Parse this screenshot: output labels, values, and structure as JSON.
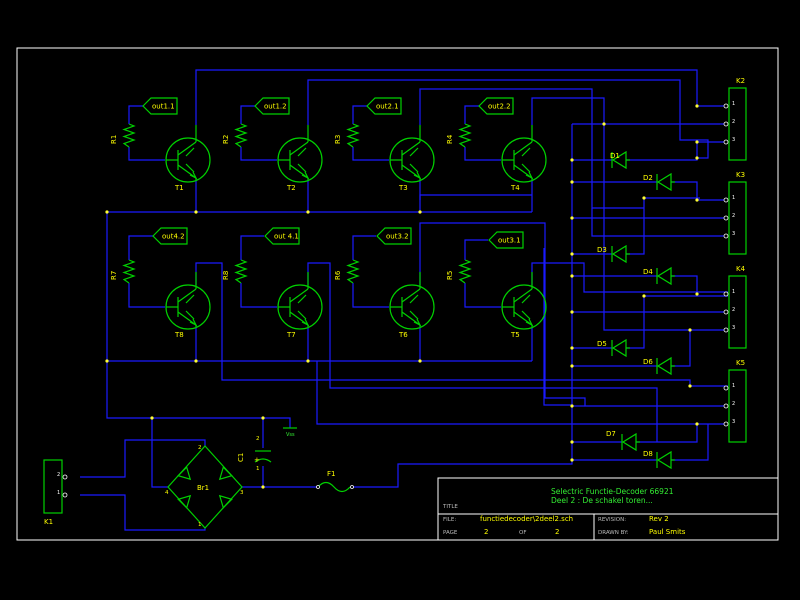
{
  "transistors": [
    "T1",
    "T2",
    "T3",
    "T4",
    "T8",
    "T7",
    "T6",
    "T5"
  ],
  "resistors": [
    "R1",
    "R2",
    "R3",
    "R4",
    "R7",
    "R8",
    "R6",
    "R5"
  ],
  "outputs": [
    "out1.1",
    "out1.2",
    "out2.1",
    "out2.2",
    "out4.2",
    "out 4.1",
    "out3.2",
    "out3.1"
  ],
  "diodes": [
    "D1",
    "D2",
    "D3",
    "D4",
    "D5",
    "D6",
    "D7",
    "D8"
  ],
  "connectors": {
    "k2": "K2",
    "k3": "K3",
    "k4": "K4",
    "k5": "K5",
    "k1": "K1",
    "pins": [
      "1",
      "2",
      "3"
    ],
    "k1_pins": [
      "2",
      "1"
    ]
  },
  "power": {
    "bridge": "Br1",
    "capacitor": "C1",
    "fuse": "F1",
    "vss": "Vss",
    "bridge_pins": [
      "1",
      "2",
      "3",
      "4"
    ],
    "cap_pins": [
      "2",
      "1"
    ],
    "cap_plus": "+"
  },
  "title_block": {
    "title_label": "TITLE",
    "title_line1": "Selectric Functie-Decoder 66921",
    "title_line2": "Deel 2 : De schakel toren...",
    "file_label": "FILE:",
    "file_value": "functiedecoder\\2deel2.sch",
    "revision_label": "REVISION:",
    "revision_value": "Rev 2",
    "page_label": "PAGE",
    "page_value": "2",
    "of_label": "OF",
    "of_value": "2",
    "drawn_label": "DRAWN BY:",
    "drawn_value": "Paul Smits"
  }
}
